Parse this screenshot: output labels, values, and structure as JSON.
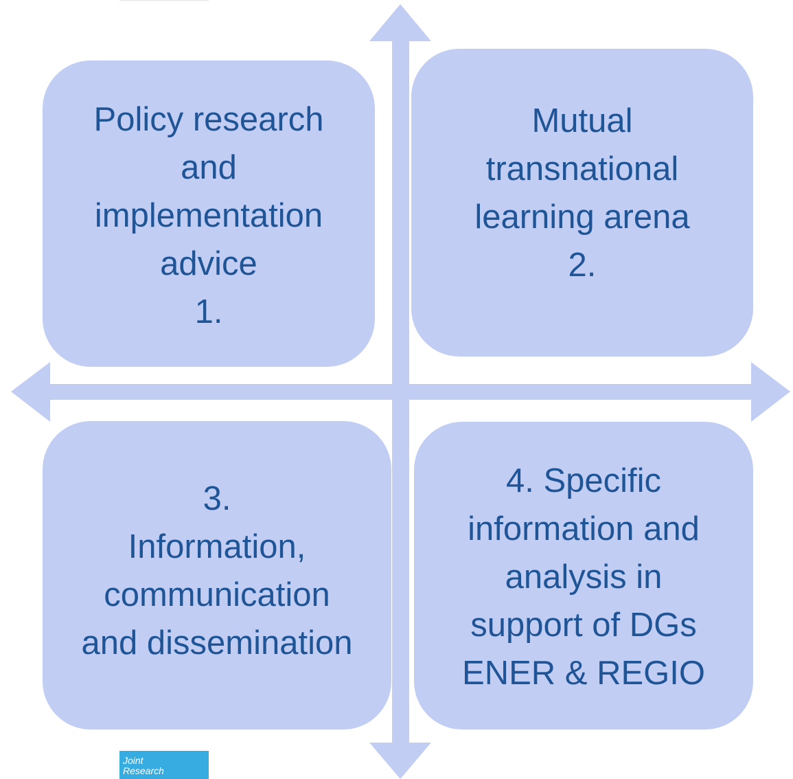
{
  "diagram": {
    "quadrants": [
      {
        "id": "q1",
        "text": "Policy research\nand\nimplementation\nadvice\n1."
      },
      {
        "id": "q2",
        "text": "Mutual\ntransnational\nlearning arena\n2."
      },
      {
        "id": "q3",
        "text": "3.\nInformation,\ncommunication\nand dissemination"
      },
      {
        "id": "q4",
        "text": "4. Specific\ninformation and\nanalysis in\nsupport of DGs\nENER & REGIO"
      }
    ],
    "colors": {
      "box_fill": "#c1cdf2",
      "arrow_fill": "#c1cdf2",
      "text": "#1f5596",
      "logo_bg": "#36ace0"
    }
  },
  "logo": {
    "line1": "Joint",
    "line2": "Research"
  }
}
